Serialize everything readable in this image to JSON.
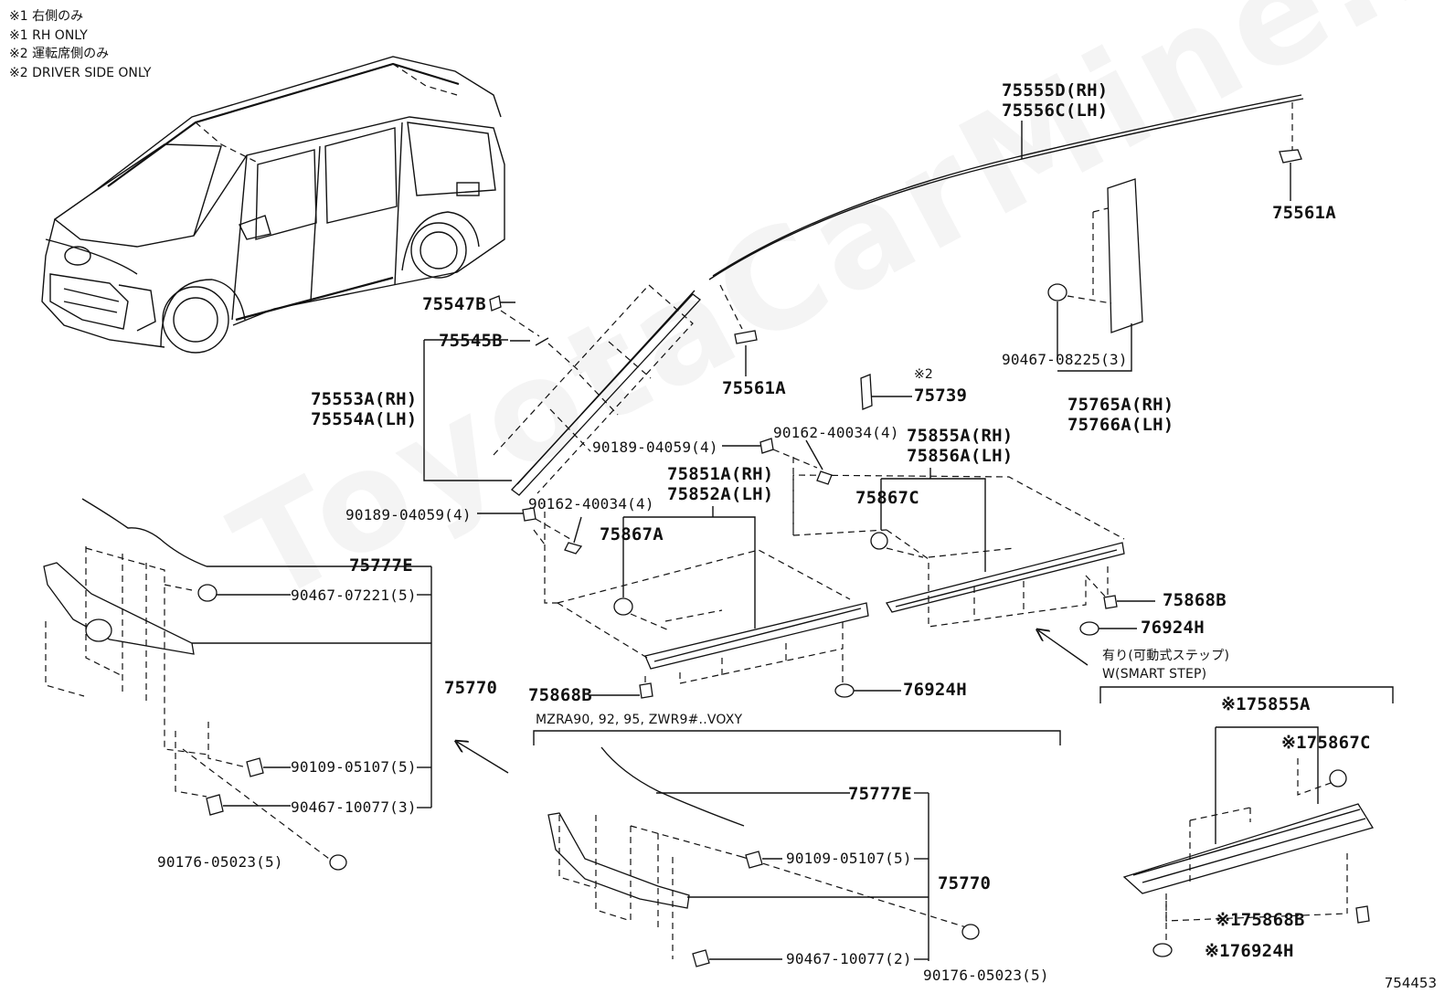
{
  "notes": [
    "※1 右側のみ",
    "※1 RH ONLY",
    "※2 運転席側のみ",
    "※2 DRIVER SIDE ONLY"
  ],
  "watermark": "ToyotaCarMine.ru",
  "part_labels": {
    "roof_rh": "75555D(RH)",
    "roof_lh": "75556C(LH)",
    "clip_75561a_top": "75561A",
    "clip_75561a_mid": "75561A",
    "p75547b": "75547B",
    "p75545b": "75545B",
    "wind_rh": "75553A(RH)",
    "wind_lh": "75554A(LH)",
    "note2_mark": "※2",
    "p75739": "75739",
    "bolt_08225": "90467-08225(3)",
    "pillar_rh": "75765A(RH)",
    "pillar_lh": "75766A(LH)",
    "nut_40034_a": "90162-40034(4)",
    "nut_04059_a": "90189-04059(4)",
    "rocker_rh_right": "75855A(RH)",
    "rocker_lh_right": "75856A(LH)",
    "rocker_rh_left": "75851A(RH)",
    "rocker_lh_left": "75852A(LH)",
    "nut_04059_b": "90189-04059(4)",
    "nut_40034_b": "90162-40034(4)",
    "p75867c": "75867C",
    "p75867a": "75867A",
    "p75868b_r": "75868B",
    "p76924h_r": "76924H",
    "p75868b_l": "75868B",
    "p76924h_l": "76924H",
    "smart_step_jp": "有り(可動式ステップ)",
    "smart_step_en": "W(SMART STEP)",
    "s_75855a": "※175855A",
    "s_75867c": "※175867C",
    "s_75868b": "※175868B",
    "s_76924h": "※176924H",
    "g_75777e": "75777E",
    "g_07221": "90467-07221(5)",
    "g_75770": "75770",
    "g_05107": "90109-05107(5)",
    "g_10077": "90467-10077(3)",
    "g_05023": "90176-05023(5)",
    "voxy_variant": "MZRA90, 92, 95, ZWR9#..VOXY",
    "v_75777e": "75777E",
    "v_05107": "90109-05107(5)",
    "v_75770": "75770",
    "v_10077": "90467-10077(2)",
    "v_05023": "90176-05023(5)",
    "ref_number": "754453"
  }
}
